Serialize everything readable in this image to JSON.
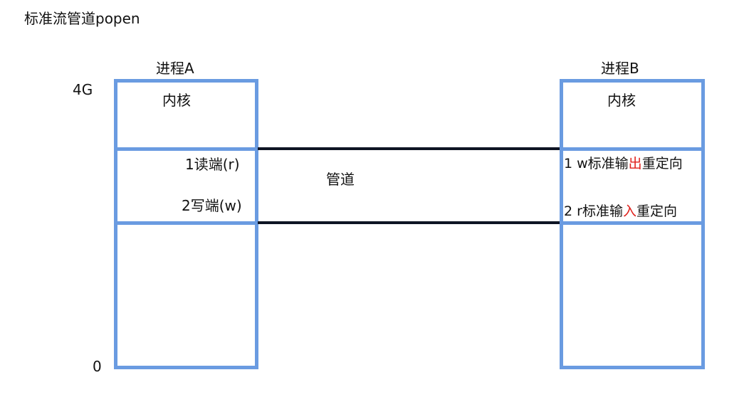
{
  "title": "标准流管道popen",
  "axis": {
    "top": "4G",
    "bottom": "0"
  },
  "process_a": {
    "label": "进程A",
    "kernel": "内核",
    "read_end": "1读端(r)",
    "write_end": "2写端(w)"
  },
  "process_b": {
    "label": "进程B",
    "kernel": "内核",
    "line1_pre": "1 w标准输",
    "line1_red": "出",
    "line1_post": "重定向",
    "line2_pre": "2 r标准输",
    "line2_red": "入",
    "line2_post": "重定向"
  },
  "pipe_label": "管道",
  "colors": {
    "box_border": "#6a9be1",
    "pipe_line": "#0f1524",
    "highlight": "#e0201b"
  }
}
